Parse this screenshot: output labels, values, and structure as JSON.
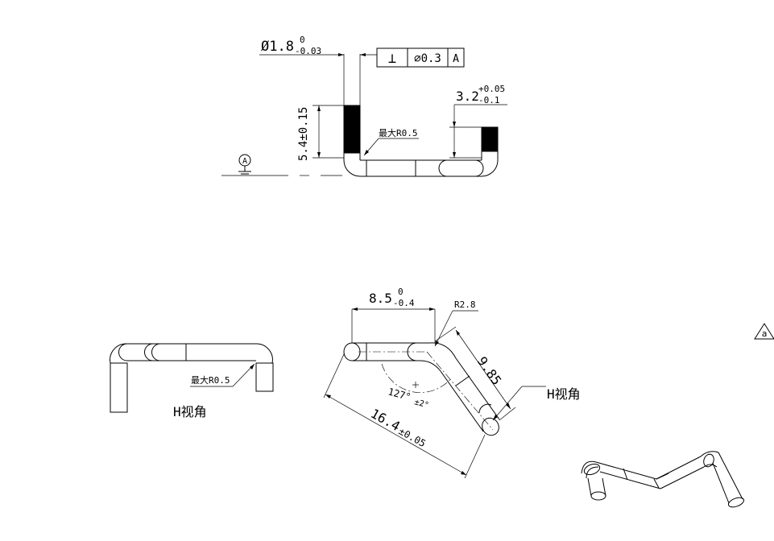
{
  "top_view": {
    "diameter_main": "Ø1.8",
    "diameter_tol_upper": "0",
    "diameter_tol_lower": "-0.03",
    "fcf_symbol": "⊥",
    "fcf_tolerance": "∅0.3",
    "fcf_datum": "A",
    "height_dim": "5.4±0.15",
    "radius_note": "最大R0.5",
    "right_dim_main": "3.2",
    "right_dim_tol_upper": "+0.05",
    "right_dim_tol_lower": "-0.1",
    "datum_label": "A"
  },
  "side_view": {
    "radius_note": "最大R0.5",
    "view_label": "H视角"
  },
  "bent_view": {
    "length_main": "8.5",
    "length_tol_upper": "0",
    "length_tol_lower": "-0.4",
    "radius_label": "R2.8",
    "angled_length": "9.85",
    "angle_main": "127°",
    "angle_tol": "±2°",
    "overall_main": "16.4",
    "overall_tol": "±0.05",
    "view_label": "H视角"
  },
  "view_marker": "a"
}
